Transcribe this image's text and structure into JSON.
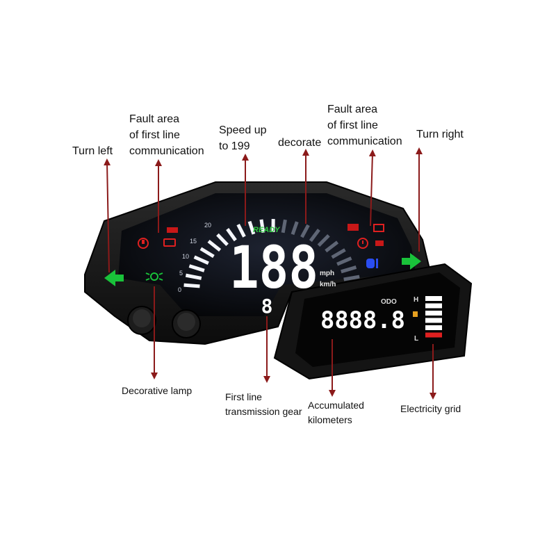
{
  "callouts": {
    "turn_left": "Turn left",
    "fault_left": "Fault area\nof first line\ncommunication",
    "speed": "Speed up\nto 199",
    "decorate": "decorate",
    "fault_right": "Fault area\nof first line\ncommunication",
    "turn_right": "Turn right",
    "decorative_lamp": "Decorative lamp",
    "gear": "First line\ntransmission gear",
    "kilometers": "Accumulated\nkilometers",
    "electricity": "Electricity grid"
  },
  "display": {
    "ready": "READY",
    "speed_value": "188",
    "unit_mph": "mph",
    "unit_kmh": "km/h",
    "gear_value": "8",
    "odo_label": "ODO",
    "odo_value": "8888.8",
    "fuel_high": "H",
    "fuel_low": "L",
    "scale": [
      "20",
      "15",
      "10",
      "5",
      "0"
    ]
  },
  "colors": {
    "arrow": "#8b1a1a",
    "turn_signal": "#19c23a",
    "ready": "#2ecc40",
    "fault": "#e02020",
    "high_beam": "#2a4df0",
    "segment": "#ffffff",
    "housing": "#1a1a1a"
  },
  "icons": [
    "turn-left-icon",
    "turn-right-icon",
    "engine-fault-icon",
    "battery-icon",
    "oil-icon",
    "brake-icon",
    "position-lamp-icon",
    "high-beam-icon",
    "fuel-pump-icon"
  ]
}
